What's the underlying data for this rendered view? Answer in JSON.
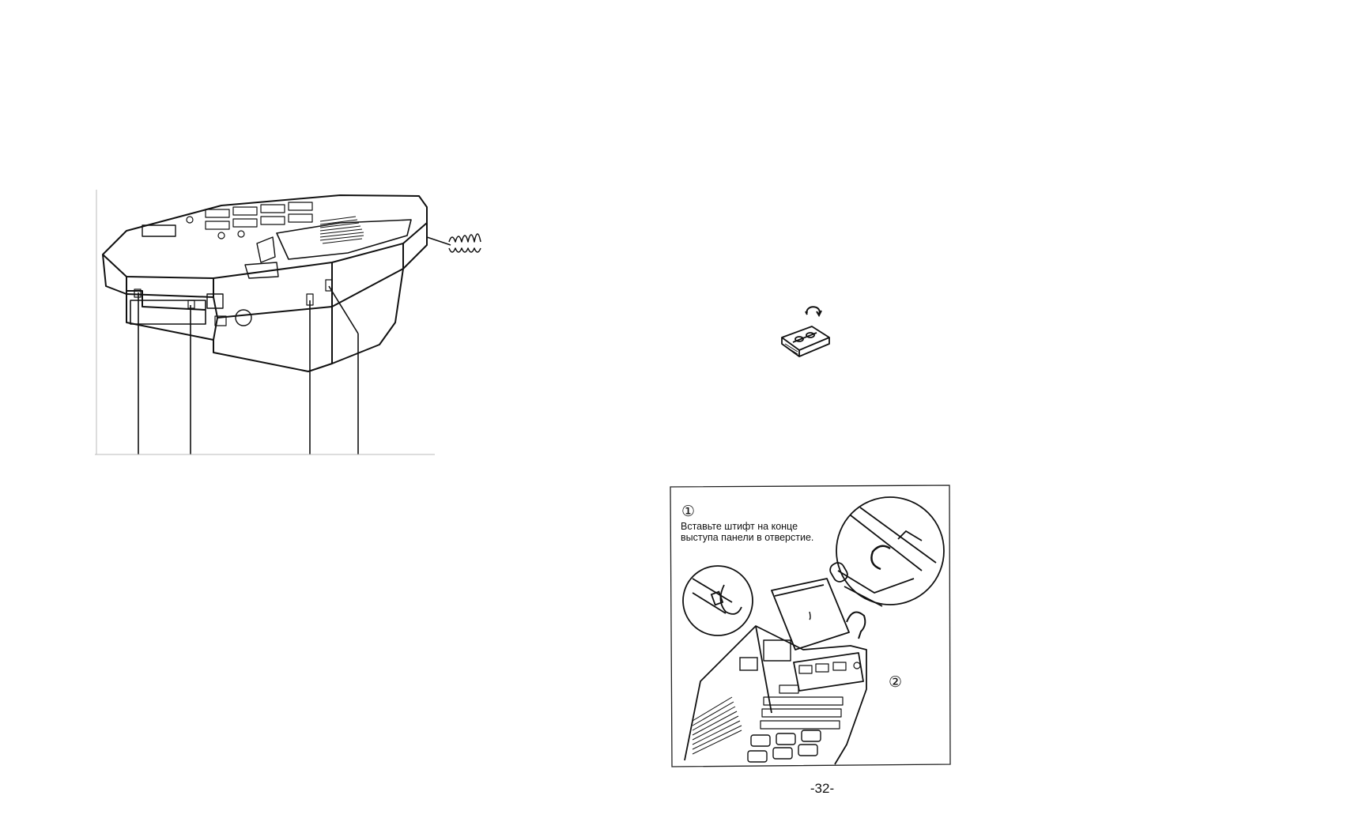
{
  "page": {
    "number": "-32-"
  },
  "install_figure": {
    "step1_marker": "①",
    "step1_text": "Вставьте штифт на конце выступа панели в отверстие.",
    "step2_marker": "②"
  },
  "icons": {
    "answering_machine": "answering-machine-illustration",
    "cassette": "microcassette-icon",
    "rotate": "rotate-arrow-icon",
    "panel_install": "panel-installation-illustration"
  }
}
